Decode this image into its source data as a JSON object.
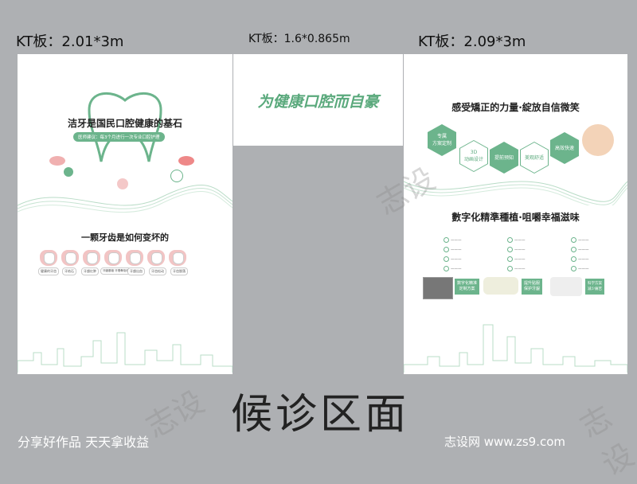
{
  "labels": {
    "left": "KT板：2.01*3m",
    "center": "KT板：1.6*0.865m",
    "right": "KT板：2.09*3m"
  },
  "left_board": {
    "title": "洁牙是国民口腔健康的基石",
    "subtitle_pill": "医师建议：每3个月进行一次专业口腔护理",
    "tooth_section_title": "一颗牙齿是如何变坏的",
    "tooth_stages": [
      "健康的牙齿",
      "牙结石",
      "牙龈红肿",
      "牙龈萎缩 牙槽骨吸收",
      "牙龈出血",
      "牙齿松动",
      "牙齿脱落"
    ]
  },
  "center_board": {
    "slogan": "为健康口腔而自豪"
  },
  "right_board": {
    "title": "感受矯正的力量·綻放自信微笑",
    "hexes": [
      "专属\n方案定制",
      "3D\n动画设计",
      "提前预知",
      "美观舒适",
      "高效快速"
    ],
    "section2_title": "數字化精準種植·咀嚼幸福滋味",
    "box1": "数字化精准\n定制方案",
    "box2": "提升贴服\n保护牙龈",
    "box3": "科学方案\n减少痛苦"
  },
  "footer": {
    "bottom_title": "候诊区面",
    "left_slogan": "分享好作品 天天拿收益",
    "right_site": "志设网 www.zs9.com",
    "watermark": "志设"
  },
  "colors": {
    "brand_green": "#6cb48c",
    "background": "#aeb0b3"
  }
}
